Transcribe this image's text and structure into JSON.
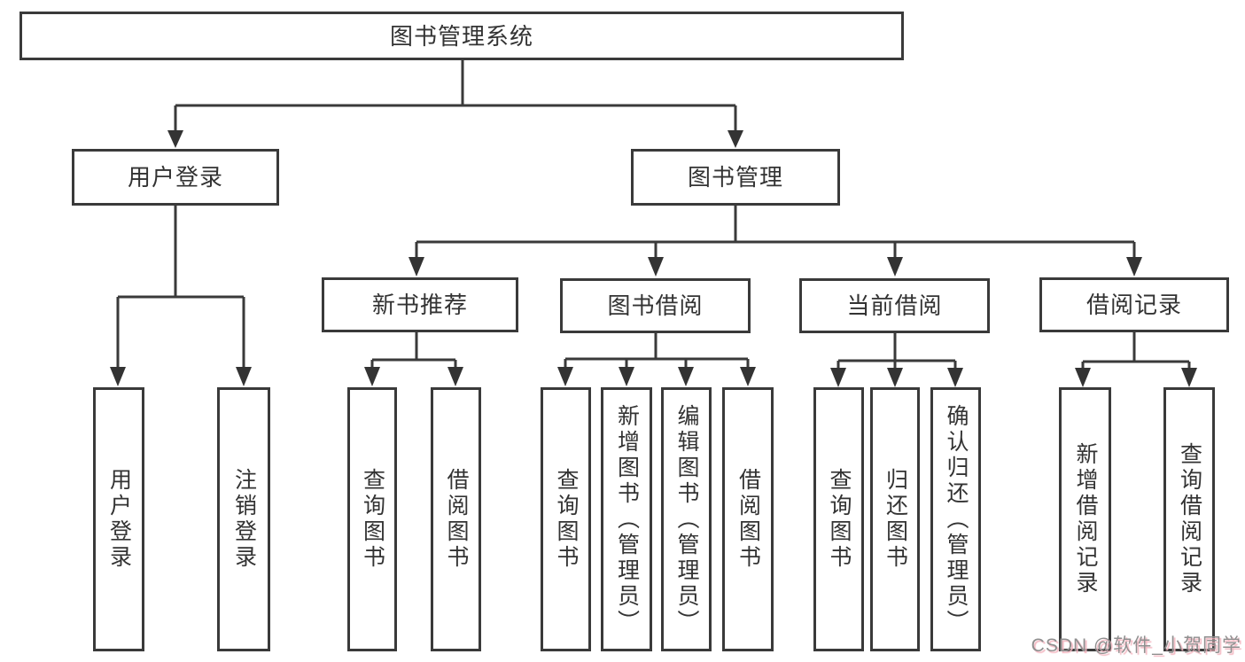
{
  "diagram": {
    "root": {
      "label": "图书管理系统"
    },
    "user_login": {
      "label": "用户登录",
      "children": [
        {
          "label": "用户登录"
        },
        {
          "label": "注销登录"
        }
      ]
    },
    "book_mgmt": {
      "label": "图书管理",
      "modules": [
        {
          "label": "新书推荐",
          "children": [
            {
              "label": "查询图书"
            },
            {
              "label": "借阅图书"
            }
          ]
        },
        {
          "label": "图书借阅",
          "children": [
            {
              "label": "查询图书"
            },
            {
              "label": "新增图书（管理员）"
            },
            {
              "label": "编辑图书（管理员）"
            },
            {
              "label": "借阅图书"
            }
          ]
        },
        {
          "label": "当前借阅",
          "children": [
            {
              "label": "查询图书"
            },
            {
              "label": "归还图书"
            },
            {
              "label": "确认归还（管理员）"
            }
          ]
        },
        {
          "label": "借阅记录",
          "children": [
            {
              "label": "新增借阅记录"
            },
            {
              "label": "查询借阅记录"
            }
          ]
        }
      ]
    }
  },
  "watermark": {
    "text": "CSDN @软件_小贺同学"
  },
  "colors": {
    "line": "#3a3a3a",
    "text": "#333333",
    "background": "#ffffff",
    "watermark_text": "#8f8f8f",
    "watermark_shadow": "#f3b6c0"
  }
}
